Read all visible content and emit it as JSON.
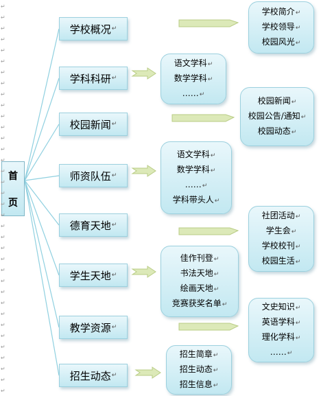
{
  "home": {
    "chars": [
      "首",
      "页"
    ]
  },
  "para_mark": "↵",
  "categories": [
    {
      "label": "学校概况",
      "sub": [
        "学校简介",
        "学校领导",
        "校园风光"
      ]
    },
    {
      "label": "学科科研",
      "sub": [
        "语文学科",
        "数学学科",
        "……"
      ]
    },
    {
      "label": "校园新闻",
      "sub": [
        "校园新闻",
        "校园公告/通知",
        "校园动态"
      ]
    },
    {
      "label": "师资队伍",
      "sub": [
        "语文学科",
        "数学学科",
        "……",
        "学科带头人"
      ]
    },
    {
      "label": "德育天地",
      "sub": [
        "社团活动",
        "学生会",
        "学校校刊",
        "校园生活"
      ]
    },
    {
      "label": "学生天地",
      "sub": [
        "佳作刊登",
        "书法天地",
        "绘画天地",
        "竞赛获奖名单"
      ]
    },
    {
      "label": "教学资源",
      "sub": [
        "文史知识",
        "英语学科",
        "理化学科",
        "……"
      ]
    },
    {
      "label": "招生动态",
      "sub": [
        "招生简章",
        "招生动态",
        "招生信息"
      ]
    }
  ],
  "colors": {
    "line": "#8fd0e0",
    "box_border": "#9bd0de",
    "arrow_fill": "#dce9b8",
    "arrow_border": "#b9cc85"
  }
}
